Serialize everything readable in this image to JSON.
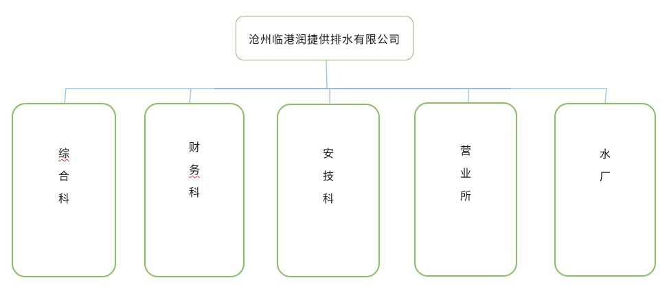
{
  "diagram": {
    "type": "org-chart",
    "root": {
      "label": "沧州临港润捷供排水有限公司"
    },
    "children": [
      {
        "label": "综合科",
        "chars": [
          "综",
          "合",
          "科"
        ],
        "misspelled_chars": [
          "综"
        ]
      },
      {
        "label": "财务科",
        "chars": [
          "财",
          "务",
          "科"
        ],
        "misspelled_chars": [
          "务"
        ]
      },
      {
        "label": "安技科",
        "chars": [
          "安",
          "技",
          "科"
        ],
        "misspelled_chars": []
      },
      {
        "label": "营业所",
        "chars": [
          "营",
          "业",
          "所"
        ],
        "misspelled_chars": []
      },
      {
        "label": "水厂",
        "chars": [
          "水",
          "厂"
        ],
        "misspelled_chars": []
      }
    ]
  },
  "colors": {
    "box_border_green": "#84BD62",
    "connector_blue": "#9DC3E6",
    "connector_blue_dark": "#7FAFDC",
    "squiggle_red": "#E53935",
    "text_black": "#1A1A1A"
  }
}
